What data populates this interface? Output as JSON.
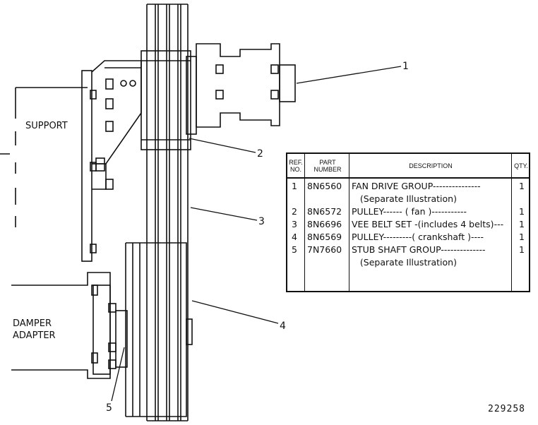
{
  "labels": {
    "support": "SUPPORT",
    "damper": "DAMPER",
    "adapter": "ADAPTER"
  },
  "callouts": [
    "1",
    "2",
    "3",
    "4",
    "5"
  ],
  "table": {
    "headers": {
      "ref": "REF.\nNO.",
      "part": "PART\nNUMBER",
      "desc": "DESCRIPTION",
      "qty": "QTY."
    },
    "rows": [
      {
        "ref": "1",
        "part": "8N6560",
        "desc": "FAN DRIVE GROUP---------------",
        "qty": "1"
      },
      {
        "ref": "",
        "part": "",
        "desc": "   (Separate Illustration)",
        "qty": ""
      },
      {
        "ref": "2",
        "part": "8N6572",
        "desc": "PULLEY------ ( fan )-----------",
        "qty": "1"
      },
      {
        "ref": "3",
        "part": "8N6696",
        "desc": "VEE BELT SET -(includes 4 belts)---",
        "qty": "1"
      },
      {
        "ref": "4",
        "part": "8N6569",
        "desc": "PULLEY---------( crankshaft )----",
        "qty": "1"
      },
      {
        "ref": "5",
        "part": "7N7660",
        "desc": "STUB SHAFT GROUP--------------",
        "qty": "1"
      },
      {
        "ref": "",
        "part": "",
        "desc": "   (Separate Illustration)",
        "qty": ""
      }
    ]
  },
  "drawing_number": "229258"
}
